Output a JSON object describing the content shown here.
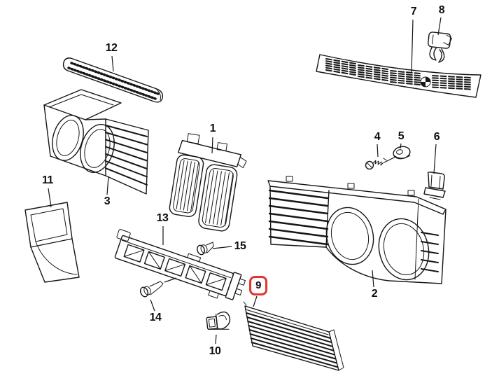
{
  "diagram": {
    "background_color": "#ffffff",
    "line_color": "#161616",
    "highlight_color": "#e1352e",
    "highlighted_part": "9"
  },
  "parts": {
    "p1": {
      "label": "1"
    },
    "p2": {
      "label": "2"
    },
    "p3": {
      "label": "3"
    },
    "p4": {
      "label": "4"
    },
    "p5": {
      "label": "5"
    },
    "p6": {
      "label": "6"
    },
    "p7": {
      "label": "7"
    },
    "p8": {
      "label": "8"
    },
    "p9": {
      "label": "9",
      "highlighted": true
    },
    "p10": {
      "label": "10"
    },
    "p11": {
      "label": "11"
    },
    "p12": {
      "label": "12"
    },
    "p13": {
      "label": "13"
    },
    "p14": {
      "label": "14"
    },
    "p15": {
      "label": "15"
    }
  }
}
